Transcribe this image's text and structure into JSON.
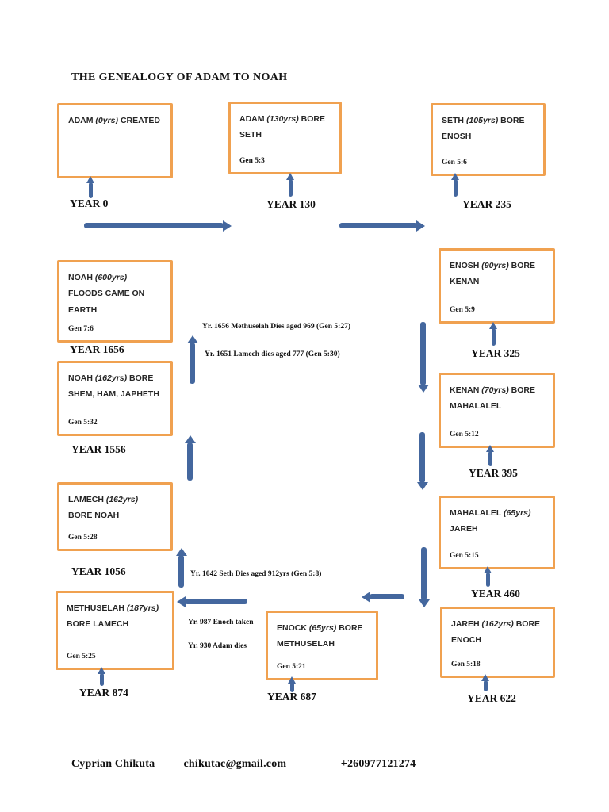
{
  "title": "THE GENEALOGY OF ADAM TO NOAH",
  "footer": "Cyprian Chikuta   ____ chikutac@gmail.com _________+260977121274",
  "colors": {
    "box_border": "#F0A150",
    "arrow_blue": "#44679E",
    "text": "#1F1F1F"
  },
  "boxes": [
    {
      "id": "adam-created",
      "name": "ADAM",
      "age": "(0yrs)",
      "rest": "CREATED"
    },
    {
      "id": "adam-bore-seth",
      "name": "ADAM",
      "age": "(130yrs)",
      "rest": "BORE SETH",
      "ref": "Gen 5:3"
    },
    {
      "id": "seth-bore-enosh",
      "name": "SETH",
      "age": "(105yrs)",
      "rest": "BORE ENOSH",
      "ref": "Gen 5:6"
    },
    {
      "id": "enosh-bore-kenan",
      "name": "ENOSH",
      "age": "(90yrs)",
      "rest": "BORE KENAN",
      "ref": "Gen 5:9"
    },
    {
      "id": "kenan-bore-mahalalel",
      "name": "KENAN",
      "age": "(70yrs)",
      "rest": "BORE MAHALALEL",
      "ref": "Gen 5:12"
    },
    {
      "id": "mahalalel-jareh",
      "name": "MAHALALEL",
      "age": "(65yrs)",
      "rest": "JAREH",
      "ref": "Gen 5:15"
    },
    {
      "id": "jareh-bore-enoch",
      "name": "JAREH",
      "age": "(162yrs)",
      "rest": "BORE ENOCH",
      "ref": "Gen 5:18"
    },
    {
      "id": "enock-bore-methuselah",
      "name": "ENOCK",
      "age": "(65yrs)",
      "rest": "BORE METHUSELAH",
      "ref": "Gen 5:21"
    },
    {
      "id": "methuselah-bore-lamech",
      "name": "METHUSELAH",
      "age": "(187yrs)",
      "rest": "BORE LAMECH",
      "ref": "Gen 5:25"
    },
    {
      "id": "lamech-bore-noah",
      "name": "LAMECH",
      "age": "(162yrs)",
      "rest": "BORE NOAH",
      "ref": "Gen 5:28"
    },
    {
      "id": "noah-bore-shem",
      "name": "NOAH",
      "age": "(162yrs)",
      "rest": "BORE SHEM, HAM, JAPHETH",
      "ref": "Gen 5:32"
    },
    {
      "id": "noah-floods",
      "name": "NOAH",
      "age": "(600yrs)",
      "rest": "FLOODS CAME ON EARTH",
      "ref": "Gen 7:6"
    }
  ],
  "years": [
    "YEAR 0",
    "YEAR 130",
    "YEAR 235",
    "YEAR 325",
    "YEAR 395",
    "YEAR 460",
    "YEAR 622",
    "YEAR 687",
    "YEAR 874",
    "YEAR 1056",
    "YEAR 1556",
    "YEAR 1656"
  ],
  "annotations": [
    "Yr. 1656 Methuselah Dies aged 969 (Gen 5:27)",
    "Yr. 1651 Lamech dies aged 777 (Gen 5:30)",
    "Yr. 1042 Seth Dies aged 912yrs (Gen 5:8)",
    "Yr. 987 Enoch taken",
    "Yr. 930 Adam dies"
  ]
}
